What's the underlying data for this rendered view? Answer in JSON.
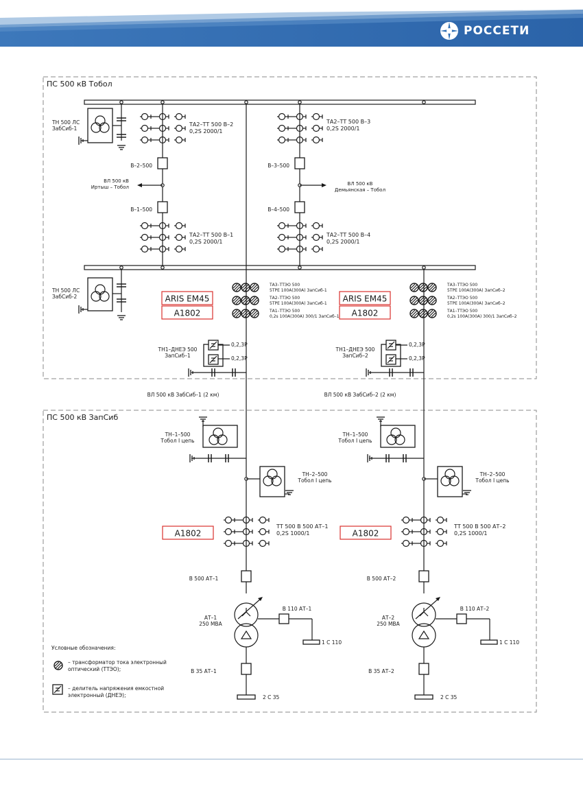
{
  "header": {
    "logo_text": "РОССЕТИ",
    "logo_icon": "rosseti-emblem-icon",
    "band_color": "#2f6fb5",
    "band_color_light": "#7fa7d3"
  },
  "substation_top": {
    "title": "ПС 500 кВ Тобол"
  },
  "substation_bottom": {
    "title": "ПС 500 кВ ЗапСиб"
  },
  "colors": {
    "line": "#1a1a1a",
    "meter_border": "#d9302c",
    "frame": "#8a8a8a"
  },
  "labels": {
    "tn500_1": [
      "ТН 500 ЛС",
      "ЗабСиб-1"
    ],
    "tn500_2": [
      "ТН 500 ЛС",
      "ЗабСиб-2"
    ],
    "ta_b2": [
      "ТА2–ТТ 500 В–2",
      "0,2S 2000/1"
    ],
    "ta_b3": [
      "ТА2–ТТ 500 В–3",
      "0,2S 2000/1"
    ],
    "ta_b1": [
      "ТА2–ТТ 500 В–1",
      "0,2S 2000/1"
    ],
    "ta_b4": [
      "ТА2–ТТ 500 В–4",
      "0,2S 2000/1"
    ],
    "b2": "В–2–500",
    "b3": "В–3–500",
    "b1": "В–1–500",
    "b4": "В–4–500",
    "vl_irtysh": [
      "ВЛ 500 кВ",
      "Иртыш – Тобол"
    ],
    "vl_demyan": [
      "ВЛ 500 кВ",
      "Демьянская – Тобол"
    ],
    "ttzo_left": [
      "ТА3–ТТЭО 500",
      "5ТРЕ 100А(300А) ЗапСиб-1",
      "ТА2–ТТЭО 500",
      "5ТРЕ 100А(300А) ЗапСиб-1",
      "ТА1–ТТЭО 500",
      "0,2s 100А(300А) 300/1 ЗапСиб–1"
    ],
    "ttzo_right": [
      "ТА3–ТТЭО 500",
      "5ТРЕ 100А(300А) ЗапСиб–2",
      "ТА2–ТТЭО 500",
      "5ТРЕ 100А(300А) ЗапСиб–2",
      "ТА1–ТТЭО 500",
      "0,2s 100А(300А) 300/1 ЗапСиб–2"
    ],
    "meter_aris": "ARIS EM45",
    "meter_a1802": "A1802",
    "dnez_left": [
      "ТН1–ДНЕЭ 500",
      "ЗапСиб–1"
    ],
    "dnez_right": [
      "ТН1–ДНЕЭ 500",
      "ЗапСиб–2"
    ],
    "acc_023p": "0,2,3Р",
    "vl_zapsib1": "ВЛ 500 кВ ЗабСиб–1 (2 км)",
    "vl_zapsib2": "ВЛ 500 кВ ЗабСиб–2 (2 км)",
    "tn1": [
      "ТН–1–500",
      "Тобол I цепь"
    ],
    "tn2": [
      "ТН–2–500",
      "Тобол I цепь"
    ],
    "tt_at1": [
      "ТТ 500 В 500 АТ–1",
      "0,2S 1000/1"
    ],
    "tt_at2": [
      "ТТ 500 В 500 АТ–2",
      "0,2S 1000/1"
    ],
    "b500_at1": "В 500 АТ–1",
    "b500_at2": "В 500 АТ–2",
    "b110_at1": "В 110 АТ–1",
    "b110_at2": "В 110 АТ–2",
    "at1": [
      "АТ–1",
      "250 МВА"
    ],
    "at2": [
      "АТ–2",
      "250 МВА"
    ],
    "c110": "1 С 110",
    "b35_at1": "В 35 АТ–1",
    "b35_at2": "В 35 АТ–2",
    "c35": "2 С 35"
  },
  "legend": {
    "title": "Условные обозначения:",
    "ttzo": [
      "– трансформатор тока электронный",
      "оптический (ТТЭО);"
    ],
    "dnez": [
      "– делитель напряжения емкостной",
      "электронный (ДНЕЭ);"
    ]
  }
}
